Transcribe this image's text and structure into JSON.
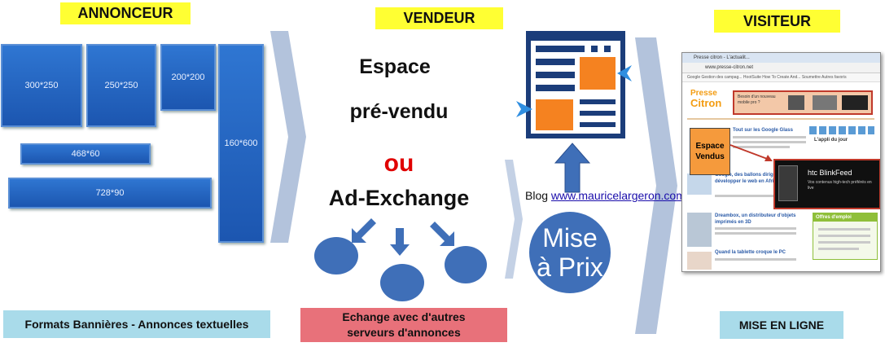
{
  "headers": {
    "annonceur": "ANNONCEUR",
    "vendeur": "VENDEUR",
    "visiteur": "VISITEUR"
  },
  "banners": [
    "300*250",
    "250*250",
    "200*200",
    "160*600",
    "468*60",
    "728*90"
  ],
  "vendeur": {
    "line1": "Espace",
    "line2": "pré-vendu",
    "or": "ou",
    "exchange": "Ad-Exchange",
    "blog_prefix": "Blog",
    "blog_link": "www.mauricelargeron.com",
    "mise_line1": "Mise",
    "mise_line2": "à Prix"
  },
  "footer": {
    "formats": "Formats Bannières - Annonces textuelles",
    "echange_line1": "Echange avec d'autres",
    "echange_line2": "serveurs d'annonces",
    "mise_en_ligne": "MISE EN LIGNE"
  },
  "browser": {
    "tab_title": "Presse citron - L'actualit...",
    "address": "www.presse-citron.net",
    "bookmarks": "Google  Gestion des campag...  HootSuite  How To Create And...  Soumettre  Autres favoris",
    "logo_top": "Presse",
    "logo_bottom": "Citron",
    "ad_text": "Besoin d'un nouveau mobile pro ?",
    "headline1": "Tout sur les Google Glass",
    "headline2": "Google, des ballons dirigeables pour développer le web en Afrique",
    "headline3": "Dreambox, un distributeur d'objets imprimés en 3D",
    "headline4": "Quand la tablette croque le PC",
    "sidebar_title": "L'appli du jour",
    "promo_brand": "htc BlinkFeed",
    "promo_sub": "Vos contenus high-tech préférés en live",
    "box_title": "Offres d'emploi",
    "espace_line1": "Espace",
    "espace_line2": "Vendus"
  },
  "colors": {
    "header_bg": "#ffff33",
    "footer_cyan": "#a9dbea",
    "footer_pink": "#e8717a",
    "banner_blue": "#1c56b0",
    "circle_blue": "#3f6fb8",
    "or_red": "#e00000",
    "chevron": "#b3c3dc",
    "icon_orange": "#f58220",
    "icon_navy": "#1b3d7a",
    "arrow_blue": "#2f8ee0"
  },
  "icons": [
    "chevron-arrow-icon",
    "webpage-layout-icon",
    "down-arrow-icon",
    "up-arrow-icon"
  ]
}
